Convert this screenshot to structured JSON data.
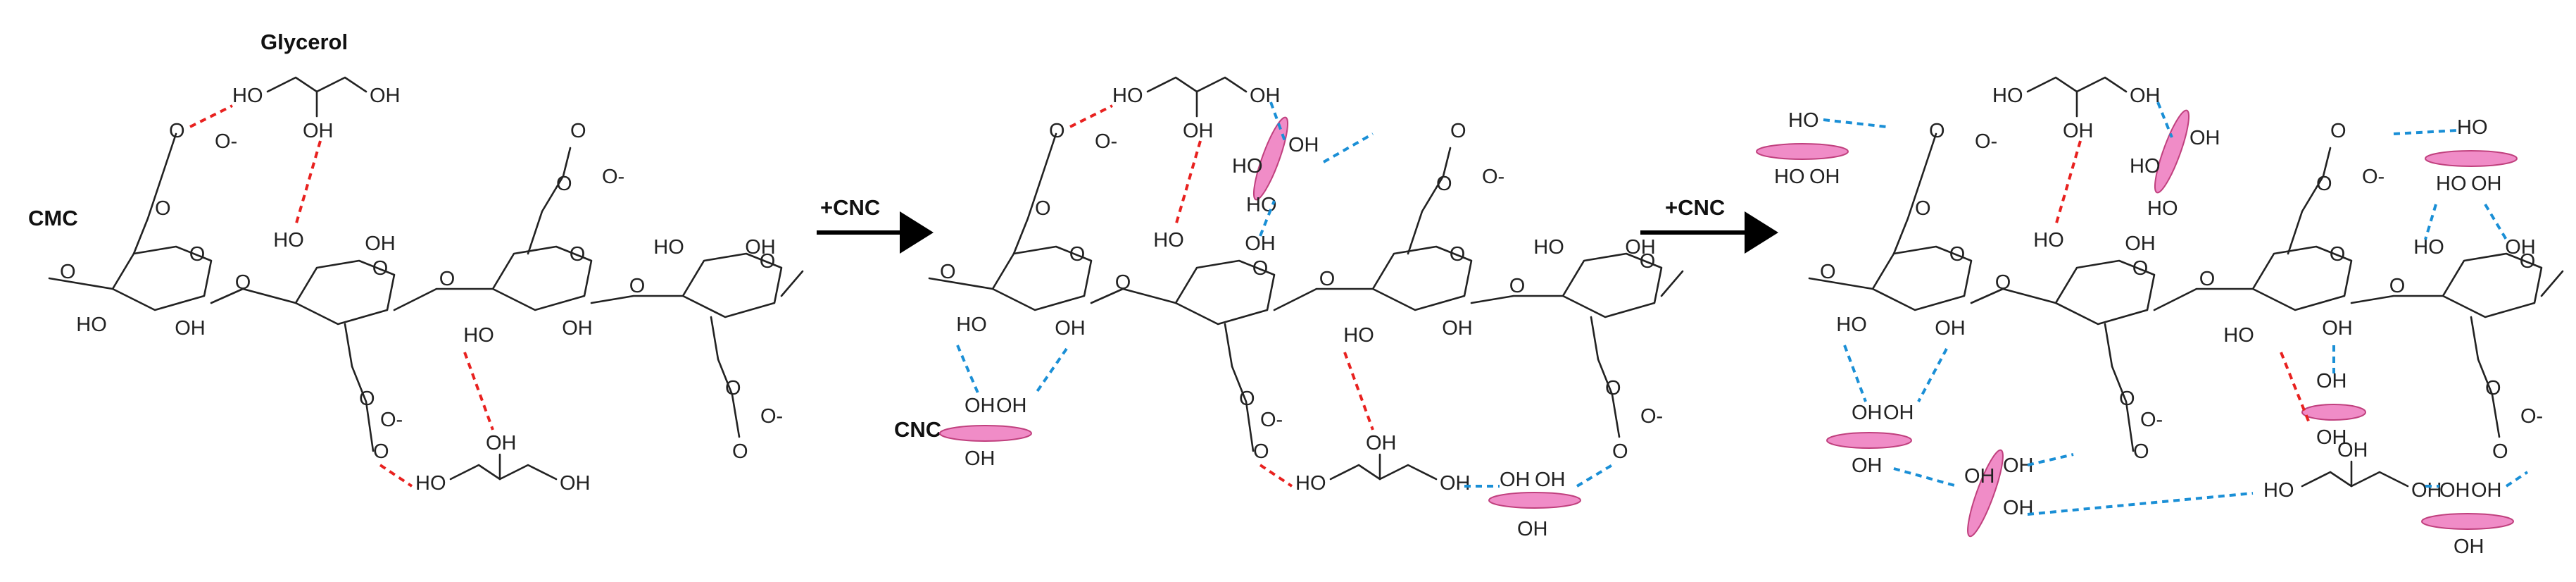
{
  "panels": {
    "p1": {
      "cmc_label": "CMC",
      "glycerol_label": "Glycerol"
    },
    "p2": {
      "cnc_label": "CNC"
    }
  },
  "arrows": [
    {
      "label": "+CNC"
    },
    {
      "label": "+CNC"
    }
  ],
  "atoms": {
    "ho": "HO",
    "oh": "OH",
    "o": "O",
    "o_minus": "O-"
  },
  "legend_colors": {
    "cmc_glycerol_hbond": "#e8211f",
    "cnc_hbond": "#1a8fd6",
    "cnc_particle": "#f08cc7"
  }
}
